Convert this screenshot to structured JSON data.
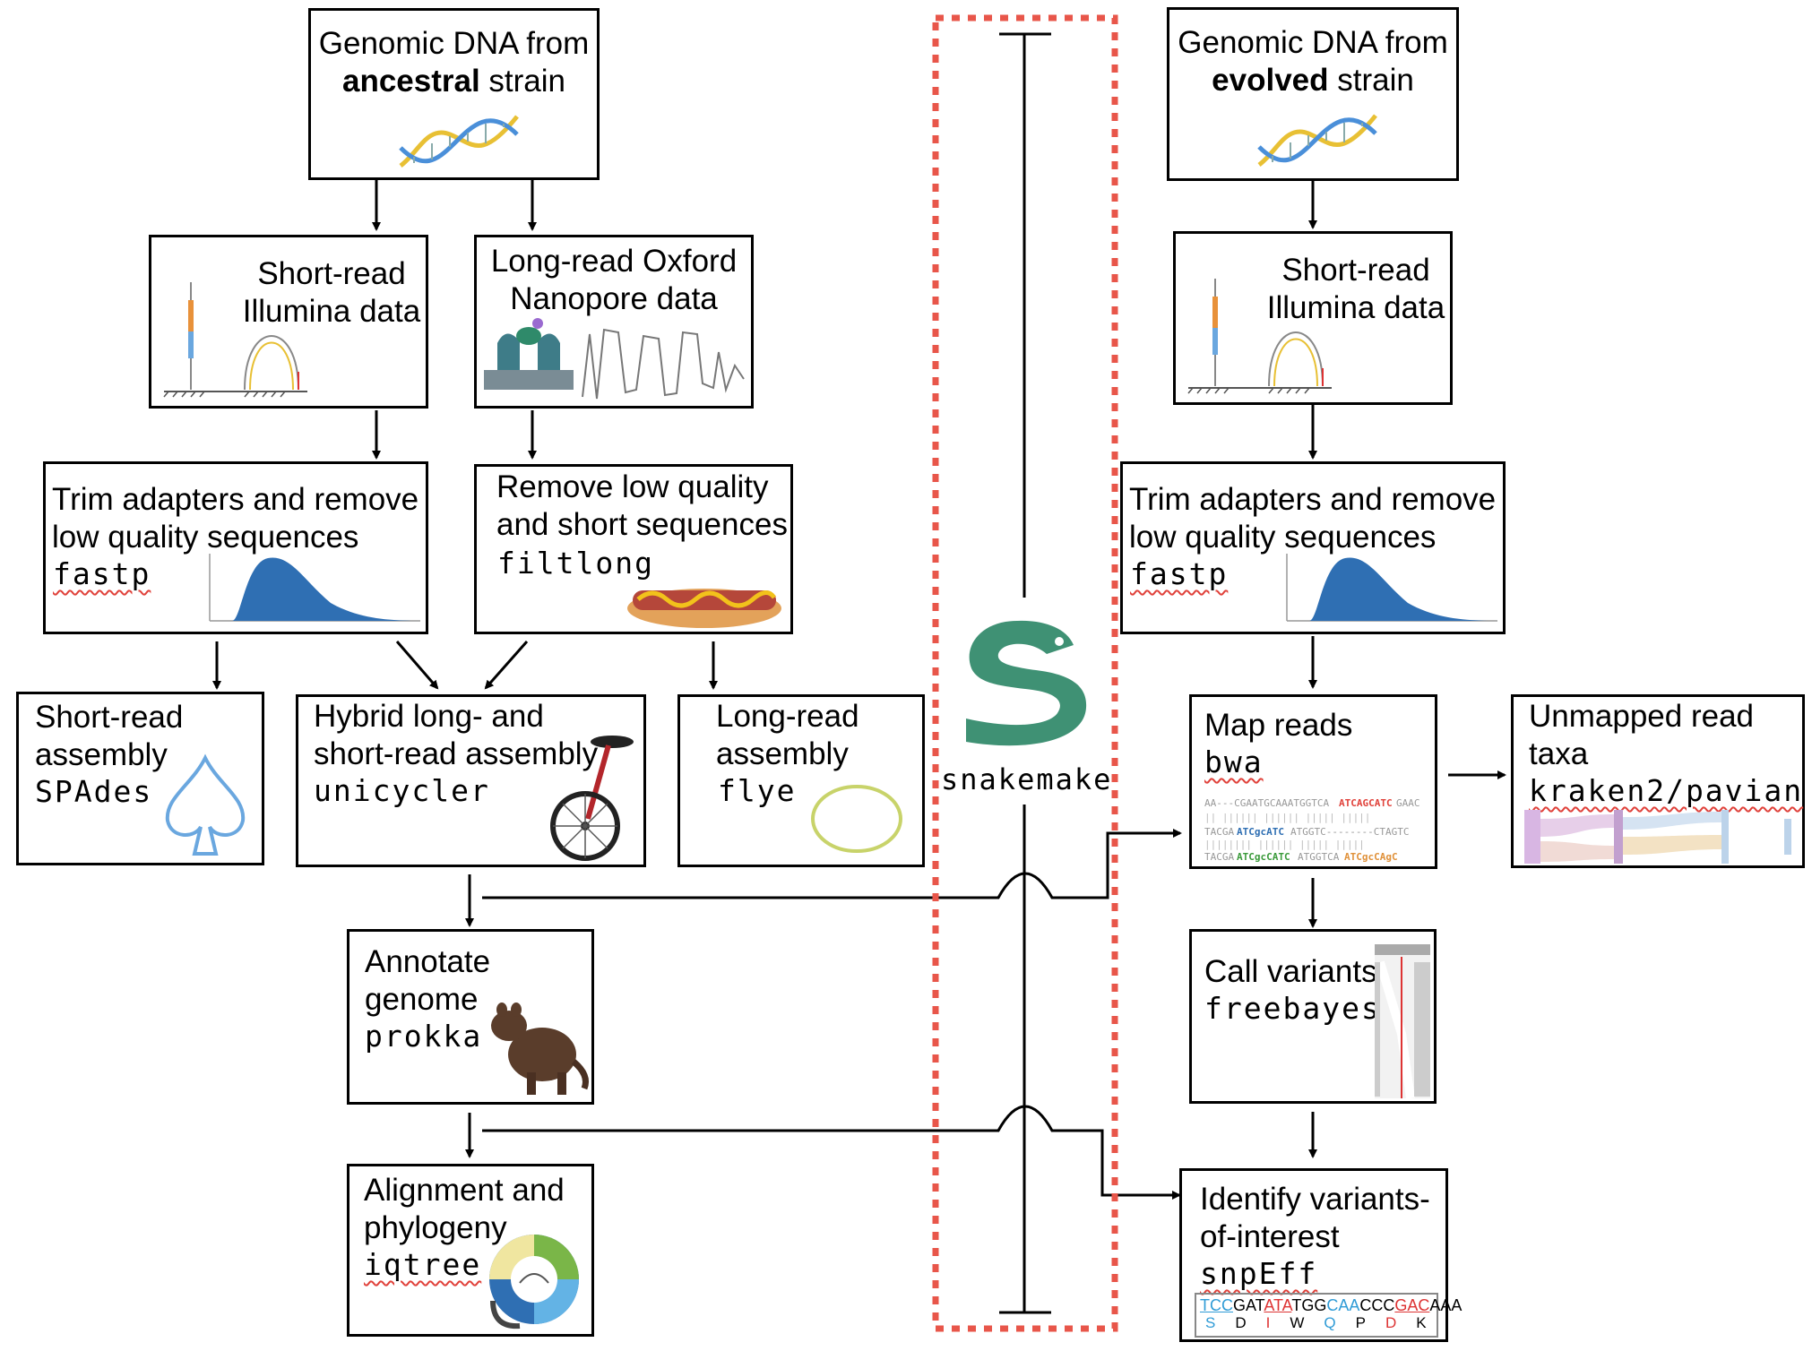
{
  "left": {
    "source": {
      "line1": "Genomic DNA from",
      "bold": "ancestral",
      "rest": " strain"
    },
    "short_read": {
      "line1": "Short-read",
      "line2": "Illumina data"
    },
    "long_read": {
      "line1": "Long-read Oxford",
      "line2": "Nanopore data"
    },
    "trim": {
      "line1": "Trim adapters and remove",
      "line2": "low quality sequences",
      "tool": "fastp"
    },
    "filter": {
      "line1": "Remove low quality",
      "line2": "and short sequences",
      "tool": "filtlong"
    },
    "short_asm": {
      "line1": "Short-read",
      "line2": "assembly",
      "tool": "SPAdes"
    },
    "hybrid_asm": {
      "line1": "Hybrid long- and",
      "line2": "short-read assembly",
      "tool": "unicycler"
    },
    "long_asm": {
      "line1": "Long-read",
      "line2": "assembly",
      "tool": "flye"
    },
    "annotate": {
      "line1": "Annotate",
      "line2": "genome",
      "tool": "prokka"
    },
    "phylogeny": {
      "line1": "Alignment and",
      "line2": "phylogeny",
      "tool": "iqtree"
    }
  },
  "center": {
    "label": "snakemake",
    "border_color": "#e8564a",
    "logo_color": "#3f9174"
  },
  "right": {
    "source": {
      "line1": "Genomic DNA from",
      "bold": "evolved",
      "rest": " strain"
    },
    "short_read": {
      "line1": "Short-read",
      "line2": "Illumina data"
    },
    "trim": {
      "line1": "Trim adapters and remove",
      "line2": "low quality sequences",
      "tool": "fastp"
    },
    "map": {
      "line1": "Map reads",
      "tool": "bwa"
    },
    "unmapped": {
      "line1": "Unmapped read",
      "line2": "taxa",
      "tool": "kraken2/pavian"
    },
    "call": {
      "line1": "Call variants",
      "tool": "freebayes"
    },
    "identify": {
      "line1": "Identify variants-",
      "line2": "of-interest",
      "tool": "snpEff",
      "seq": "TCCGATATATGGCAACCCGACAAA",
      "aa": [
        "S",
        "D",
        "I",
        "W",
        "Q",
        "P",
        "D",
        "K"
      ]
    }
  }
}
